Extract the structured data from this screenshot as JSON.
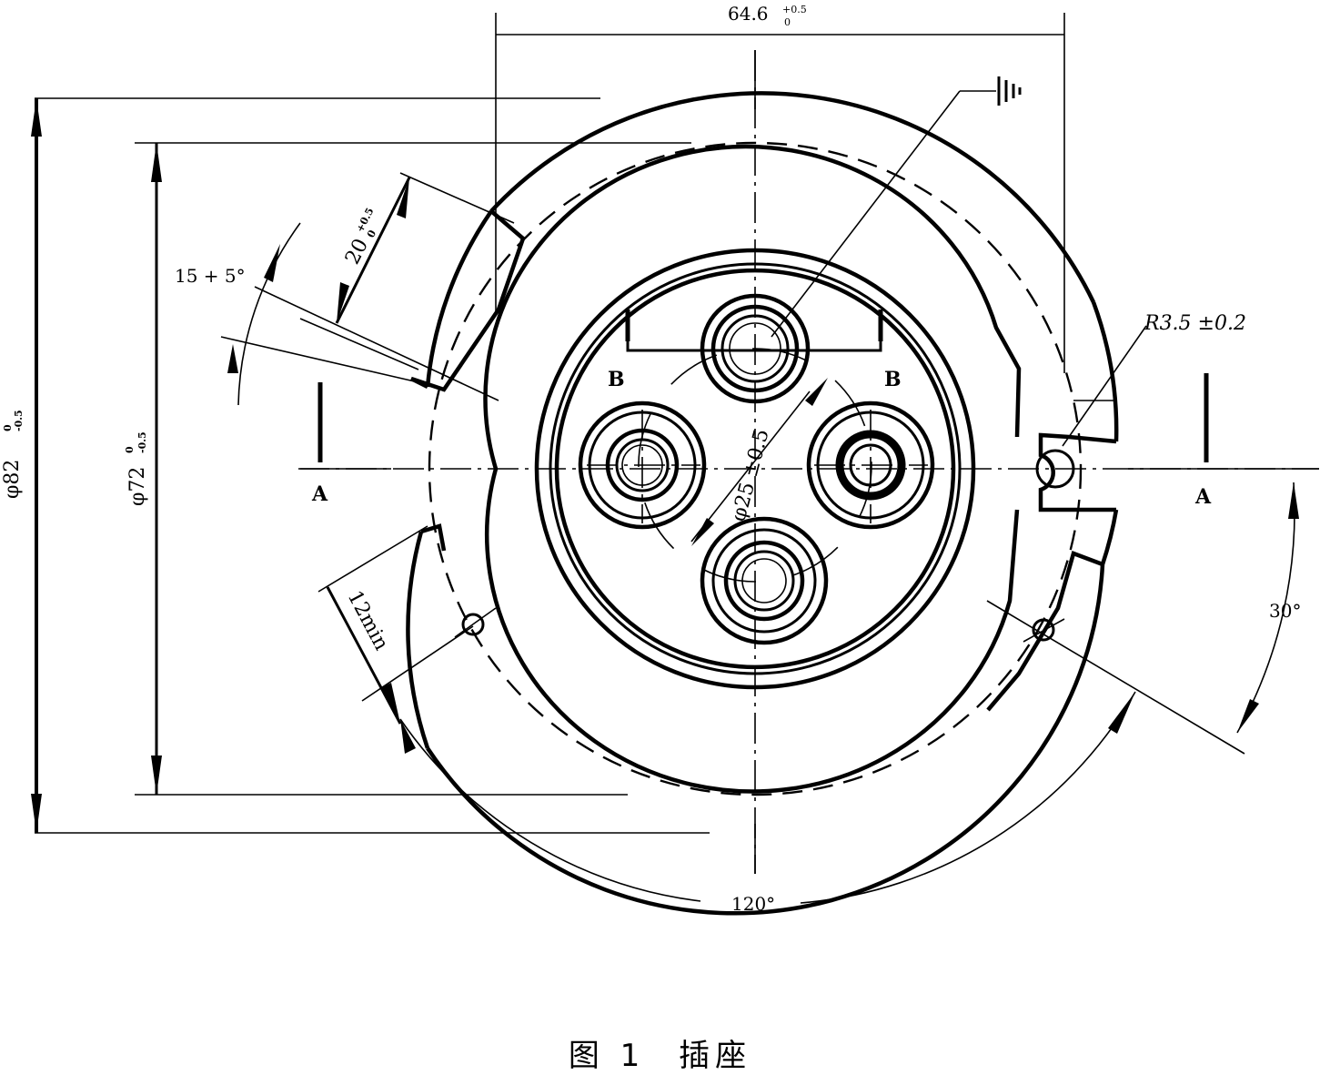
{
  "dimensions": {
    "width_label": "64.6",
    "width_tol_upper": "+0.5",
    "width_tol_lower": "0",
    "outer_dia_label": "φ82",
    "outer_dia_tol_upper": "0",
    "outer_dia_tol_lower": "-0.5",
    "inner_dia_label": "φ72",
    "inner_dia_tol_upper": "0",
    "inner_dia_tol_lower": "-0.5",
    "key_width_label": "20",
    "key_width_tol_upper": "+0.5",
    "key_width_tol_lower": "0",
    "key_angle_label": "15 + 5°",
    "radius_label": "R3.5 ±0.2",
    "pitch_dia_label": "φ25 ±0.5",
    "min_label": "12min",
    "angle_30_label": "30°",
    "angle_120_label": "120°"
  },
  "section_labels": {
    "a_left": "A",
    "a_right": "A",
    "b_left": "B",
    "b_right": "B"
  },
  "icons": {
    "ground": "ground-symbol-icon"
  },
  "caption": {
    "figure": "图 1",
    "title": "插座"
  }
}
